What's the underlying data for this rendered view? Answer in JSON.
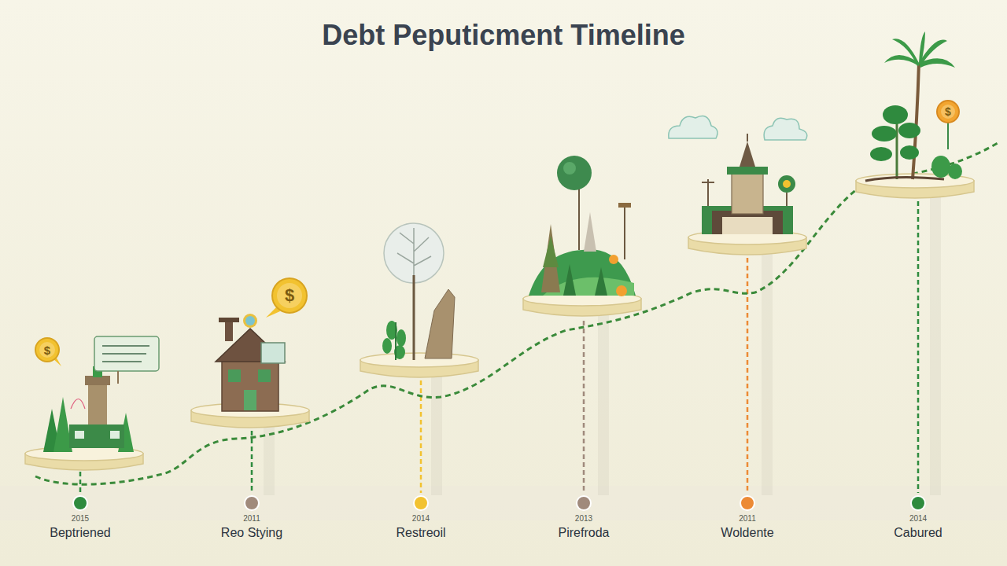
{
  "diagram": {
    "title": "Debt Peputicment Timeline",
    "nodes": [
      {
        "text": [
          "2015",
          "Beptriened"
        ]
      },
      {
        "text": [
          "2011",
          "Reo Stying"
        ]
      },
      {
        "text": [
          "2014",
          "Restreoil"
        ]
      },
      {
        "text": [
          "2013",
          "Pirefroda"
        ]
      },
      {
        "text": [
          "2011",
          "Woldente"
        ]
      },
      {
        "text": [
          "2014",
          "Cabured"
        ]
      }
    ],
    "labels": [
      "$",
      "$",
      "$"
    ]
  }
}
